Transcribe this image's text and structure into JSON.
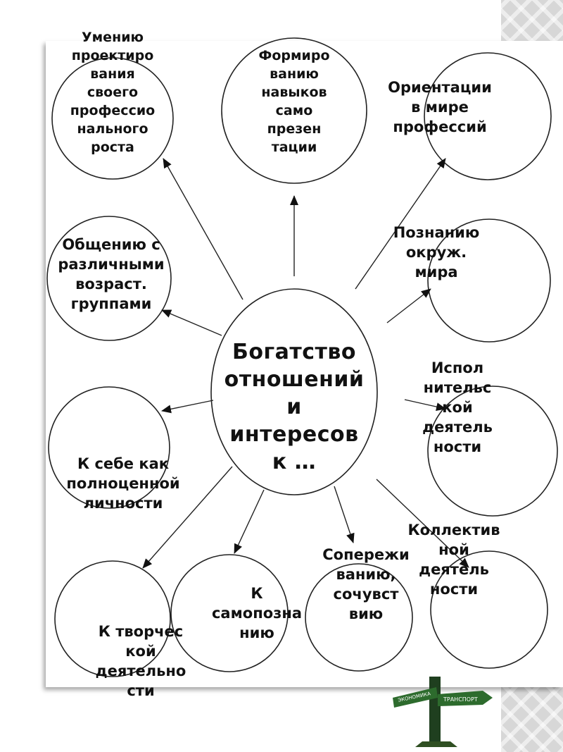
{
  "center": {
    "label": "Богатство\nотношений\nи\nинтересов\nк …"
  },
  "nodes": [
    {
      "id": "growth",
      "label": "Умению\nпроектиро\nвания\nсвоего\nпрофессио\nнального\nроста"
    },
    {
      "id": "presentation",
      "label": "Формиро\nванию\nнавыков\nсамо\nпрезен\nтации"
    },
    {
      "id": "orientation",
      "label": "Ориентации\nв мире\nпрофессий"
    },
    {
      "id": "communication",
      "label": "Общению с\nразличными\nвозраст.\nгруппами"
    },
    {
      "id": "cognition",
      "label": "Познанию\nокруж.\nмира"
    },
    {
      "id": "executive",
      "label": "Испол\nнительс\nкой\nдеятель\nности"
    },
    {
      "id": "self-person",
      "label": "К себе как\nполноценной\nличности"
    },
    {
      "id": "collective",
      "label": "Коллектив\nной\nдеятель\nности"
    },
    {
      "id": "creative",
      "label": "К творчес\nкой\nдеятельно\nсти"
    },
    {
      "id": "self-knowledge",
      "label": "К\nсамопозна\nнию"
    },
    {
      "id": "empathy",
      "label": "Сопережи\nванию,\nсочувст\nвию"
    }
  ],
  "signpost": {
    "sign_labels": [
      "ЭКОНОМИКА",
      "ТРАНСПОРТ"
    ]
  }
}
